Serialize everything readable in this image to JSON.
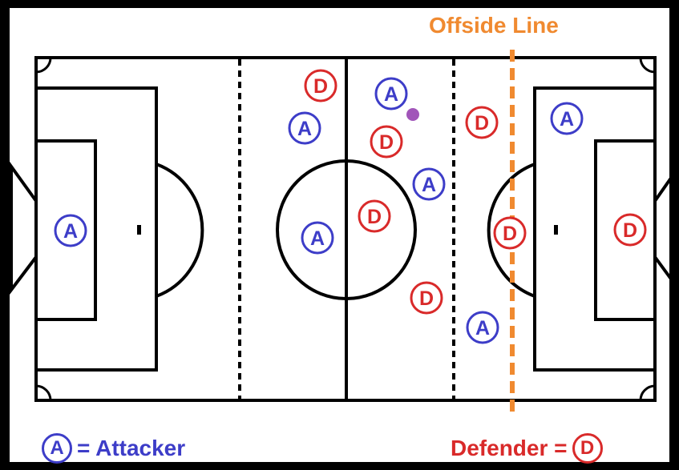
{
  "offside_title": "Offside Line",
  "legend": {
    "attacker_symbol": "A",
    "attacker_text": "= Attacker",
    "defender_text": "Defender =",
    "defender_symbol": "D"
  },
  "colors": {
    "attacker": "#3d3dc8",
    "defender": "#d92a2a",
    "offside_line": "#f08a30",
    "ball": "#a155b9",
    "pitch_lines": "#000000"
  },
  "players": [
    {
      "role": "attacker",
      "label": "A"
    },
    {
      "role": "attacker",
      "label": "A"
    },
    {
      "role": "attacker",
      "label": "A"
    },
    {
      "role": "attacker",
      "label": "A"
    },
    {
      "role": "attacker",
      "label": "A"
    },
    {
      "role": "attacker",
      "label": "A"
    },
    {
      "role": "attacker",
      "label": "A"
    },
    {
      "role": "defender",
      "label": "D"
    },
    {
      "role": "defender",
      "label": "D"
    },
    {
      "role": "defender",
      "label": "D"
    },
    {
      "role": "defender",
      "label": "D"
    },
    {
      "role": "defender",
      "label": "D"
    },
    {
      "role": "defender",
      "label": "D"
    },
    {
      "role": "defender",
      "label": "D"
    }
  ]
}
